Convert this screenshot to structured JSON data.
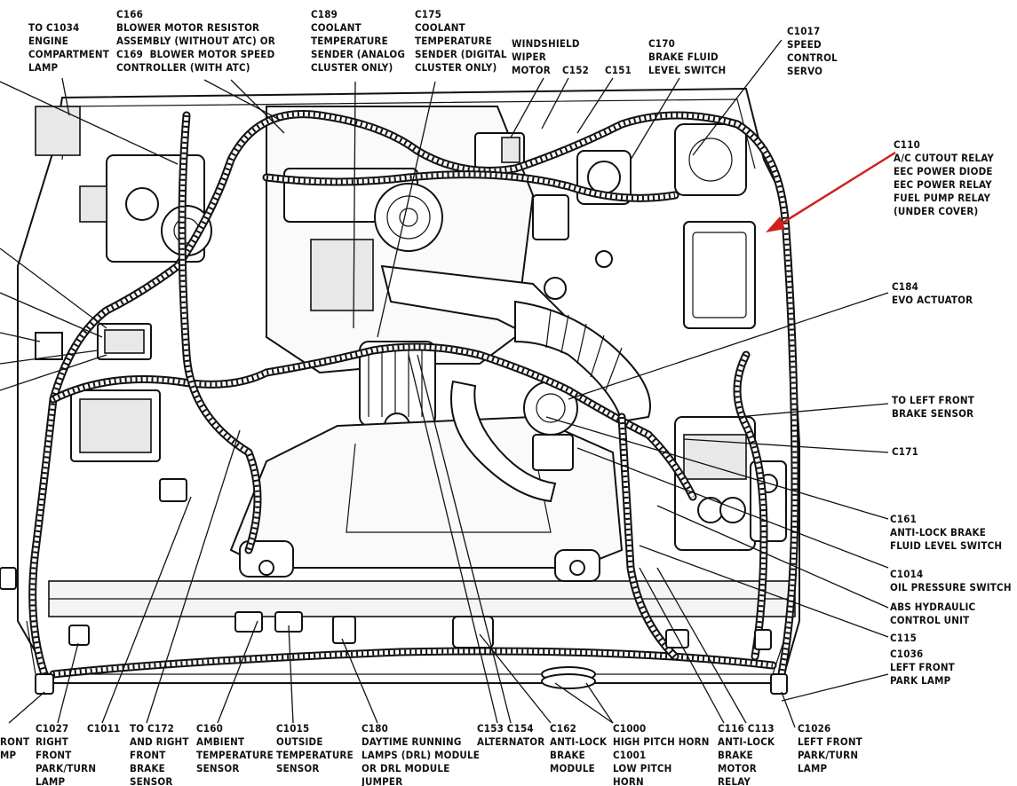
{
  "accent_arrow_color": "#d11f1f",
  "labels": {
    "c1034": "TO C1034\nENGINE\nCOMPARTMENT\nLAMP",
    "c166": "C166\nBLOWER MOTOR RESISTOR\nASSEMBLY (WITHOUT ATC) OR\nC169  BLOWER MOTOR SPEED\nCONTROLLER (WITH ATC)",
    "c189": "C189\nCOOLANT\nTEMPERATURE\nSENDER (ANALOG\nCLUSTER ONLY)",
    "c175": "C175\nCOOLANT\nTEMPERATURE\nSENDER (DIGITAL\nCLUSTER ONLY)",
    "windshield": "WINDSHIELD\nWIPER\nMOTOR",
    "c152": "C152",
    "c151": "C151",
    "c170": "C170\nBRAKE FLUID\nLEVEL SWITCH",
    "c1017": "C1017\nSPEED\nCONTROL\nSERVO",
    "c110": "C110\nA/C CUTOUT RELAY\nEEC POWER DIODE\nEEC POWER RELAY\nFUEL PUMP RELAY\n(UNDER COVER)",
    "c184": "C184\nEVO ACTUATOR",
    "left_brake": "TO LEFT FRONT\nBRAKE SENSOR",
    "c171": "C171",
    "c161": "C161\nANTI-LOCK BRAKE\nFLUID LEVEL SWITCH",
    "c1014": "C1014\nOIL PRESSURE SWITCH",
    "abs": "ABS HYDRAULIC\nCONTROL UNIT",
    "c115": "C115",
    "c1036": "C1036\nLEFT FRONT\nPARK LAMP",
    "c1026": "C1026\nLEFT FRONT\nPARK/TURN\nLAMP",
    "c116": "C116 C113\nANTI-LOCK\nBRAKE\nMOTOR\nRELAY",
    "c1000": "C1000\nHIGH PITCH HORN\nC1001\nLOW PITCH\nHORN",
    "c162": "C162\nANTI-LOCK\nBRAKE\nMODULE",
    "c153": "C153 C154\nALTERNATOR",
    "c180": "C180\nDAYTIME RUNNING\nLAMPS (DRL) MODULE\nOR DRL MODULE\nJUMPER",
    "c1015": "C1015\nOUTSIDE\nTEMPERATURE\nSENSOR",
    "c160": "C160\nAMBIENT\nTEMPERATURE\nSENSOR",
    "c172": "TO C172\nAND RIGHT\nFRONT\nBRAKE\nSENSOR",
    "c1011": "C1011",
    "c1027": "C1027\nRIGHT\nFRONT\nPARK/TURN\nLAMP",
    "cut_front": "RONT\nMP"
  }
}
